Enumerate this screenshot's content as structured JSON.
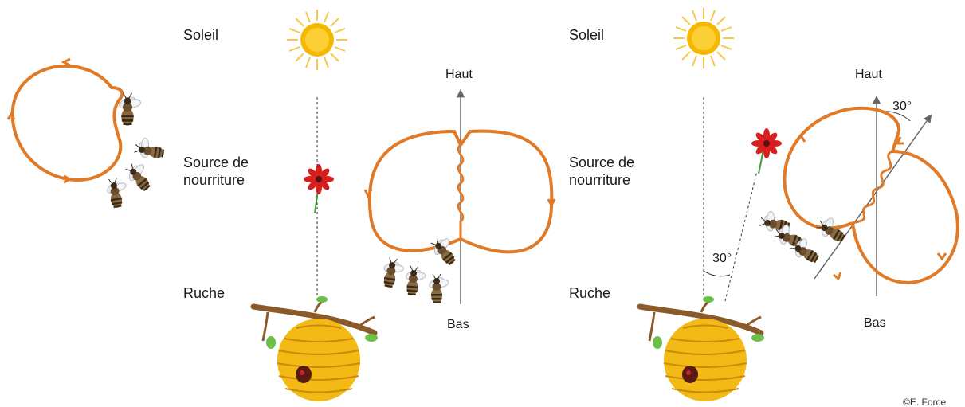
{
  "colors": {
    "path": "#E07A26",
    "sun_core": "#F5B800",
    "sun_ray": "#F7C94A",
    "flower": "#D81E1E",
    "stem": "#3E9A35",
    "leaf": "#6CC04A",
    "branch": "#8A5A2B",
    "hive": "#F3B914",
    "hive_dark": "#C98A0A",
    "axis": "#666666",
    "bee": "#4a3a28"
  },
  "icons": [
    "sun-icon",
    "flower-icon",
    "beehive-icon",
    "bee-icon"
  ],
  "panel_left": {
    "soleil": "Soleil",
    "source_line1": "Source de",
    "source_line2": "nourriture",
    "ruche": "Ruche",
    "haut": "Haut",
    "bas": "Bas"
  },
  "panel_right": {
    "soleil": "Soleil",
    "source_line1": "Source de",
    "source_line2": "nourriture",
    "ruche": "Ruche",
    "haut": "Haut",
    "bas": "Bas",
    "angle_field": "30°",
    "angle_dance": "30°"
  },
  "credit": "©E. Force"
}
